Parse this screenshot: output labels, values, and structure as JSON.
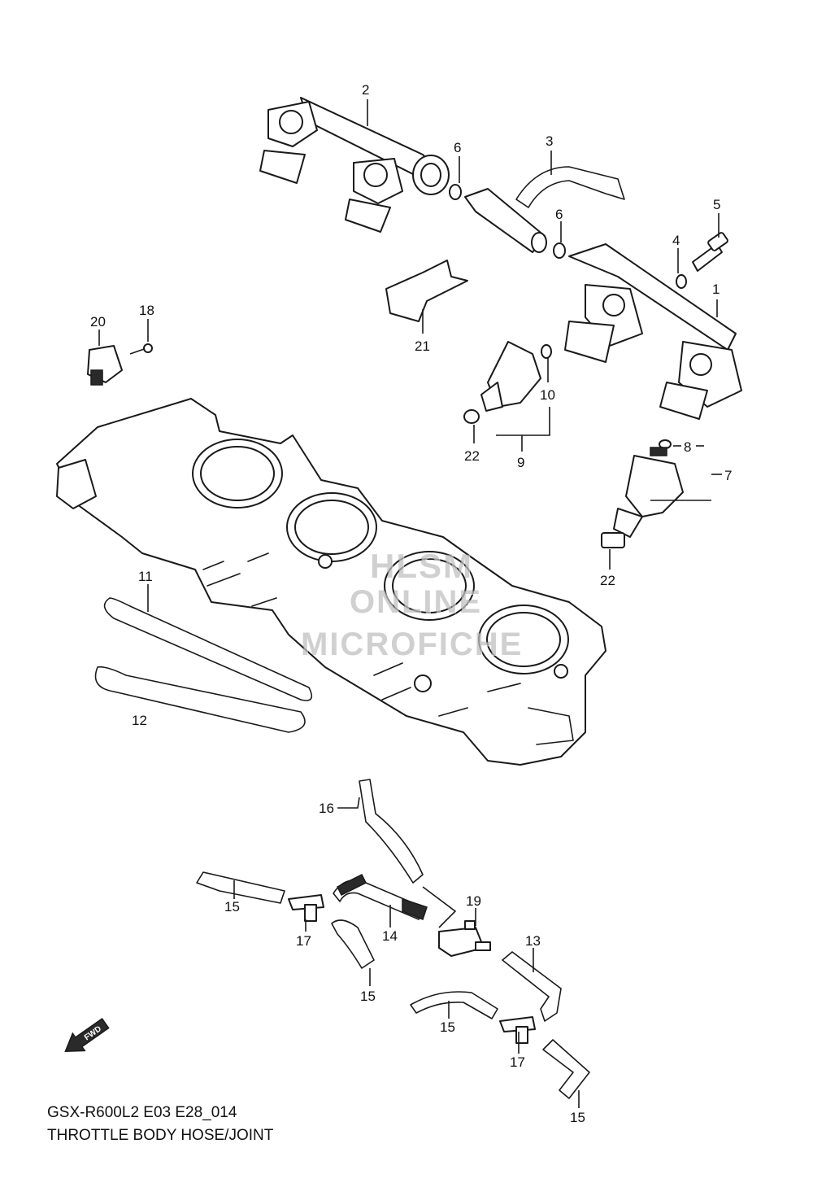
{
  "watermark": {
    "line1": "HLSM",
    "line2": "ONLINE",
    "line3": "MICROFICHE"
  },
  "fwd_label": "FWD",
  "callouts": [
    {
      "id": "c2",
      "text": "2"
    },
    {
      "id": "c6a",
      "text": "6"
    },
    {
      "id": "c3",
      "text": "3"
    },
    {
      "id": "c6b",
      "text": "6"
    },
    {
      "id": "c5",
      "text": "5"
    },
    {
      "id": "c4",
      "text": "4"
    },
    {
      "id": "c1",
      "text": "1"
    },
    {
      "id": "c18",
      "text": "18"
    },
    {
      "id": "c20",
      "text": "20"
    },
    {
      "id": "c21",
      "text": "21"
    },
    {
      "id": "c10",
      "text": "10"
    },
    {
      "id": "c22a",
      "text": "22"
    },
    {
      "id": "c9",
      "text": "9"
    },
    {
      "id": "c8",
      "text": "8"
    },
    {
      "id": "c7",
      "text": "7"
    },
    {
      "id": "c22b",
      "text": "22"
    },
    {
      "id": "c11",
      "text": "11"
    },
    {
      "id": "c12",
      "text": "12"
    },
    {
      "id": "c16",
      "text": "16"
    },
    {
      "id": "c19",
      "text": "19"
    },
    {
      "id": "c15a",
      "text": "15"
    },
    {
      "id": "c17a",
      "text": "17"
    },
    {
      "id": "c14",
      "text": "14"
    },
    {
      "id": "c13",
      "text": "13"
    },
    {
      "id": "c15b",
      "text": "15"
    },
    {
      "id": "c15c",
      "text": "15"
    },
    {
      "id": "c17b",
      "text": "17"
    },
    {
      "id": "c15d",
      "text": "15"
    }
  ],
  "footer": {
    "model_code": "GSX-R600L2 E03 E28_014",
    "section_title": "THROTTLE BODY HOSE/JOINT"
  }
}
